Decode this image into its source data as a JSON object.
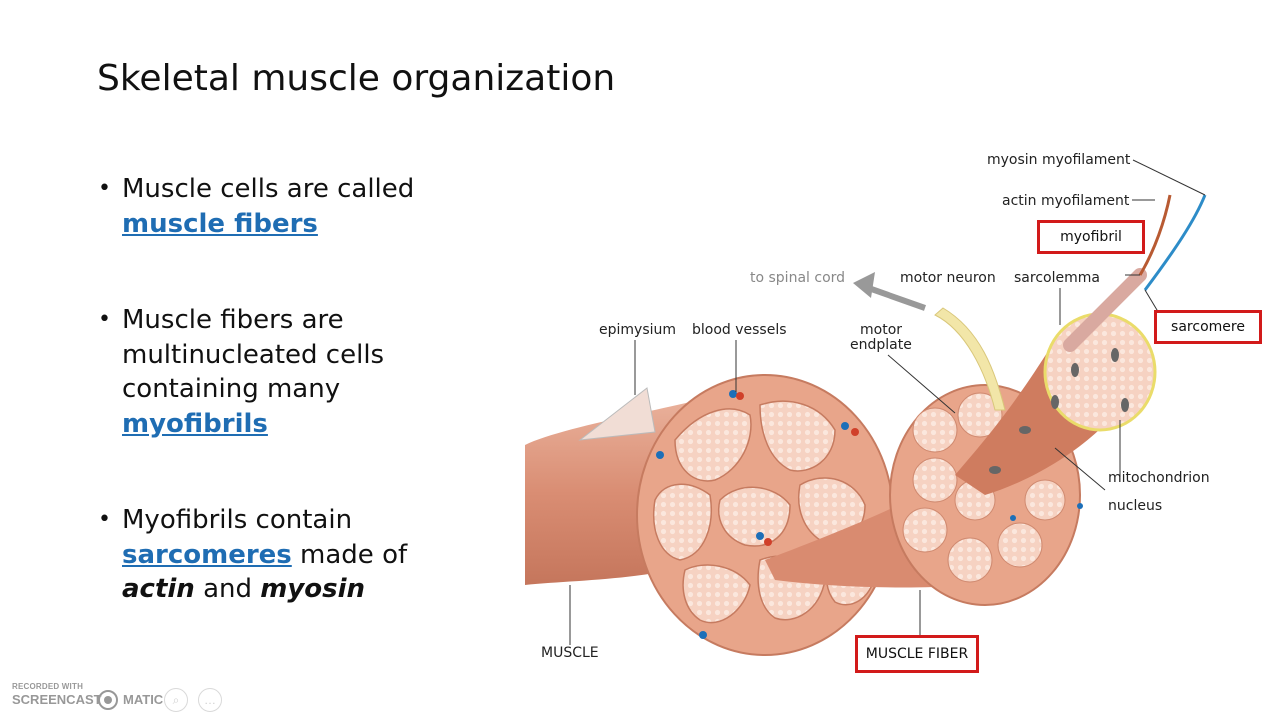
{
  "slide": {
    "title": "Skeletal muscle organization",
    "bullets": [
      {
        "text": "Muscle cells are called",
        "link": "muscle fibers"
      },
      {
        "text": "Muscle fibers are multinucleated cells containing many",
        "link": "myofibrils"
      },
      {
        "link": "sarcomeres",
        "pre": "Myofibrils contain",
        "mid": "made of",
        "actin": "actin",
        "and": "and",
        "myosin": "myosin"
      }
    ]
  },
  "diagram": {
    "labels": {
      "myosin_myofilament": "myosin myofilament",
      "actin_myofilament": "actin myofilament",
      "myofibril": "myofibril",
      "to_spinal_cord": "to spinal cord",
      "motor_neuron": "motor neuron",
      "sarcolemma": "sarcolemma",
      "sarcomere": "sarcomere",
      "epimysium": "epimysium",
      "blood_vessels": "blood vessels",
      "motor_endplate_1": "motor",
      "motor_endplate_2": "endplate",
      "mitochondrion": "mitochondrion",
      "nucleus": "nucleus",
      "muscle": "MUSCLE",
      "muscle_fiber": "MUSCLE FIBER"
    },
    "colors": {
      "highlight_box": "#d21a1a",
      "link": "#1f6db3",
      "muscle": "#e7a487",
      "fascicle": "#f3c7b1",
      "vessel_blue": "#1d6fb8",
      "vessel_red": "#d0402a"
    }
  },
  "watermark": {
    "recorded_with": "RECORDED WITH",
    "brand_left": "SCREENCAST",
    "brand_right": "MATIC"
  }
}
